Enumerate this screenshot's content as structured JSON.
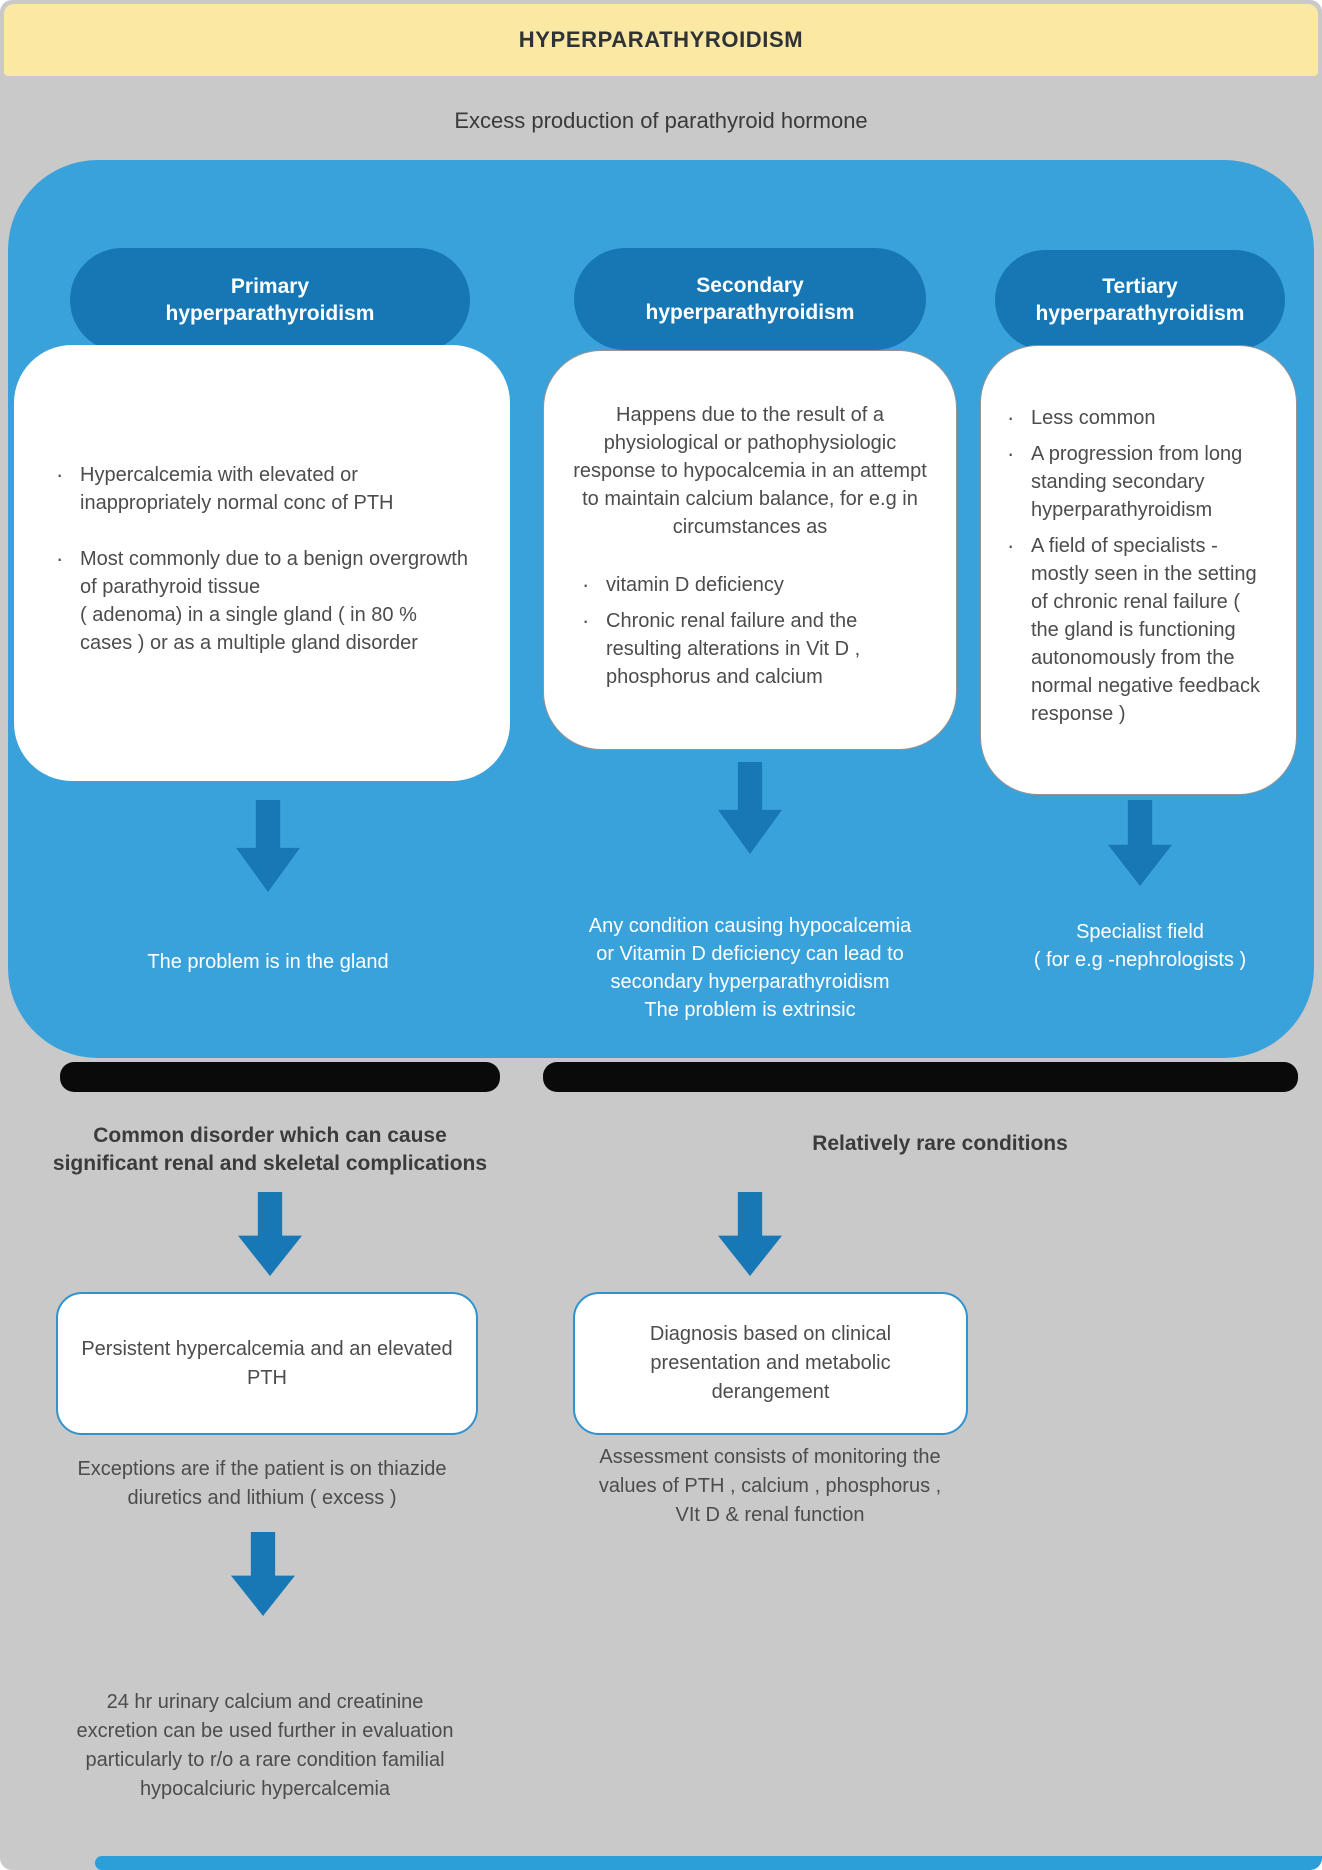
{
  "header": {
    "title": "HYPERPARATHYROIDISM"
  },
  "subtitle": "Excess production of parathyroid hormone",
  "columns": [
    {
      "header": "Primary\nhyperparathyroidism",
      "bullets": [
        "Hypercalcemia with elevated or inappropriately normal conc of PTH",
        "Most commonly due to a benign overgrowth of parathyroid tissue\n( adenoma)  in a single gland ( in 80 % cases ) or as a multiple gland disorder"
      ],
      "caption": "The problem is in the gland"
    },
    {
      "header": "Secondary\nhyperparathyroidism",
      "intro": "Happens due to the result of a physiological or pathophysiologic response to hypocalcemia in an attempt to maintain calcium balance, for e.g in circumstances as",
      "bullets": [
        "vitamin D deficiency",
        "Chronic renal failure and the resulting alterations in Vit D , phosphorus and calcium"
      ],
      "caption": "Any condition causing hypocalcemia or Vitamin D deficiency can lead to secondary hyperparathyroidism\nThe problem is extrinsic"
    },
    {
      "header": "Tertiary\nhyperparathyroidism",
      "bullets": [
        "Less common",
        "A progression from long standing secondary hyperparathyroidism",
        "A field of specialists - mostly seen in the setting of chronic renal failure ( the gland is functioning autonomously from the normal negative feedback response )"
      ],
      "caption": "Specialist field\n( for e.g -nephrologists )"
    }
  ],
  "left_branch": {
    "label": "Common disorder which can cause significant renal and skeletal complications",
    "box": "Persistent hypercalcemia and an elevated PTH",
    "note": "Exceptions are if the patient is on thiazide diuretics and lithium ( excess )",
    "final_note": "24 hr urinary calcium and creatinine excretion can be used further in evaluation particularly to r/o a rare condition familial hypocalciuric hypercalcemia"
  },
  "right_branch": {
    "label": "Relatively rare conditions",
    "box": "Diagnosis based on clinical presentation and metabolic derangement",
    "note": "Assessment consists of monitoring the values of PTH , calcium , phosphorus , VIt D & renal function"
  },
  "colors": {
    "banner_yellow": "#FBE8A3",
    "background_gray": "#C9C9C9",
    "panel_blue": "#3AA2DB",
    "pill_blue": "#1677B4",
    "arrow_blue": "#1878B6",
    "divider_black": "#0A0A0A",
    "box_border_blue": "#2E93CE"
  }
}
